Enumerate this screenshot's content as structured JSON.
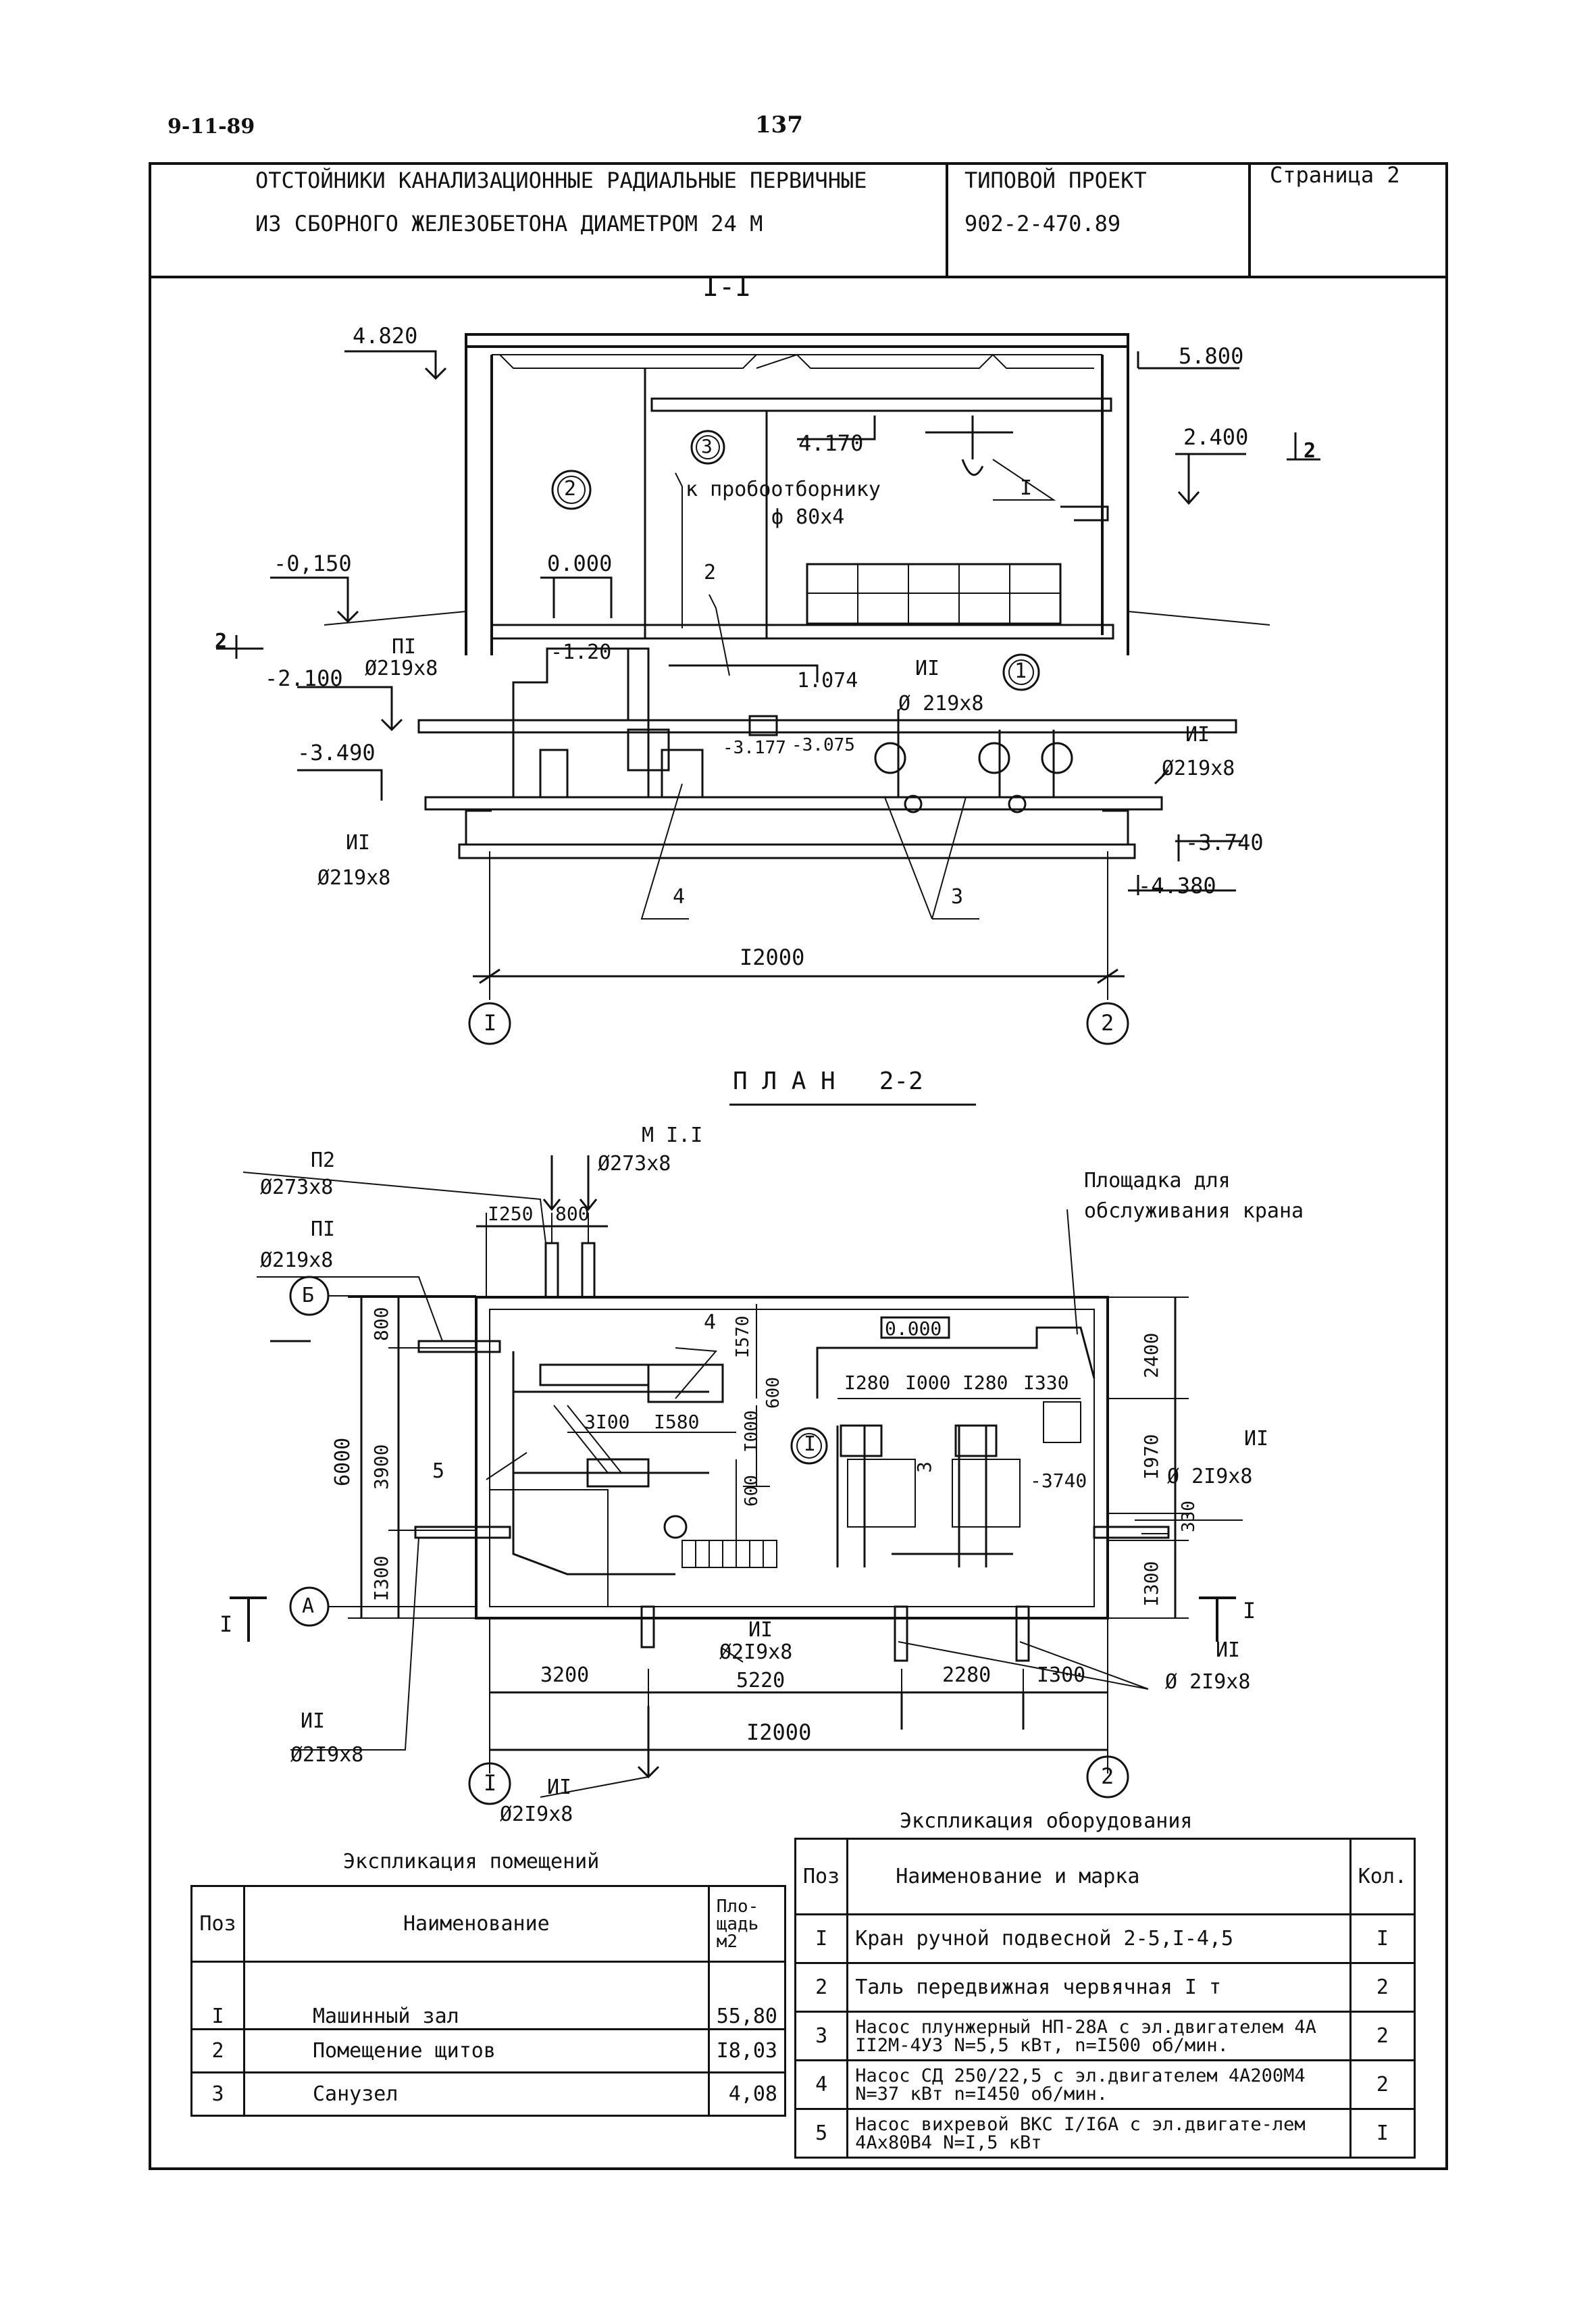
{
  "header": {
    "doc_date": "9-11-89",
    "page_number": "137",
    "title_line1": "ОТСТОЙНИКИ КАНАЛИЗАЦИОННЫЕ РАДИАЛЬНЫЕ ПЕРВИЧНЫЕ",
    "title_line2": "ИЗ СБОРНОГО ЖЕЛЕЗОБЕТОНА ДИАМЕТРОМ 24 М",
    "project_label": "ТИПОВОЙ ПРОЕКТ",
    "project_number": "902-2-470.89",
    "sheet_label": "Страница 2"
  },
  "section": {
    "title": "I-I",
    "levels": [
      "4.820",
      "5.800",
      "2.400",
      "4.170",
      "-0,150",
      "0.000",
      "-2.100",
      "-3.490",
      "-3.740",
      "-4.380",
      "1.074",
      "-3.177",
      "-3.075",
      "-1.20"
    ],
    "room_markers": [
      "2",
      "3",
      "1"
    ],
    "label_sampler": "к пробоотборнику",
    "label_sampler_pipe": "ф 80х4",
    "pipe_p1": "ПI",
    "pipe_p1_size": "Ø219х8",
    "pipe_i1_a": "ИI",
    "pipe_i1_a_size": "Ø 219х8",
    "pipe_i1_b": "ИI",
    "pipe_i1_b_size": "Ø219х8",
    "pipe_i1_c": "ИI",
    "pipe_i1_c_size": "Ø219х8",
    "callouts": [
      "2",
      "4",
      "3",
      "I"
    ],
    "cut_mark": "2",
    "width_dim": "I2000",
    "axis_left": "I",
    "axis_right": "2"
  },
  "plan": {
    "title": "П Л А Н   2-2",
    "pipe_p2": "П2",
    "pipe_p2_size": "Ø273х8",
    "pipe_p1": "ПI",
    "pipe_p1_size": "Ø219х8",
    "pipe_m11": "М I.I",
    "pipe_m11_size": "Ø273х8",
    "crane_platform": [
      "Площадка для",
      "обслуживания крана"
    ],
    "level_mark": "0.000",
    "level_mark2": "-3740",
    "dims_top": [
      "I250",
      "800"
    ],
    "dims_right": [
      "2400",
      "I970",
      "330",
      "I300"
    ],
    "dims_left_outer": "6000",
    "dims_left_inner": [
      "800",
      "3900",
      "I300"
    ],
    "dims_inner": [
      "I570",
      "600",
      "3I00",
      "I580",
      "I000",
      "600",
      "I280",
      "I000",
      "I280",
      "I330"
    ],
    "dims_bottom": [
      "3200",
      "5220",
      "2280",
      "I300"
    ],
    "total_width": "I2000",
    "axis_b": "Б",
    "axis_a": "А",
    "axis_1": "I",
    "axis_2": "2",
    "section_mark": "I",
    "room_marker": "I",
    "callouts": [
      "4",
      "5",
      "3"
    ],
    "pipe_i1_right": "ИI",
    "pipe_i1_right_size": "Ø 2I9х8",
    "pipe_i1_mid": "ИI",
    "pipe_i1_mid_size": "Ø2I9х8",
    "pipe_i1_br": "ИI",
    "pipe_i1_br_size": "Ø 2I9х8",
    "pipe_i1_left": "ИI",
    "pipe_i1_left_size": "Ø2I9х8",
    "pipe_i1_bottom": "ИI",
    "pipe_i1_bottom_size": "Ø2I9х8"
  },
  "rooms_table": {
    "title": "Экспликация помещений",
    "headers": [
      "Поз",
      "Наименование",
      "Пло-щадь м2"
    ],
    "rows": [
      {
        "pos": "I",
        "name": "Машинный зал",
        "area": "55,80"
      },
      {
        "pos": "2",
        "name": "Помещение щитов",
        "area": "I8,03"
      },
      {
        "pos": "3",
        "name": "Санузел",
        "area": "4,08"
      }
    ]
  },
  "equipment_table": {
    "title": "Экспликация оборудования",
    "headers": [
      "Поз",
      "Наименование и марка",
      "Кол."
    ],
    "rows": [
      {
        "pos": "I",
        "name": "Кран ручной подвесной 2-5,I-4,5",
        "qty": "I"
      },
      {
        "pos": "2",
        "name": "Таль передвижная червячная I т",
        "qty": "2"
      },
      {
        "pos": "3",
        "name": "Насос плунжерный НП-28А с эл.двигателем 4А II2М-4У3 N=5,5 кВт, n=I500 об/мин.",
        "qty": "2"
      },
      {
        "pos": "4",
        "name": "Насос СД 250/22,5 с эл.двигателем 4А200М4 N=37 кВт n=I450 об/мин.",
        "qty": "2"
      },
      {
        "pos": "5",
        "name": "Насос вихревой ВКС I/I6А с эл.двигате-лем 4Ах80В4 N=I,5 кВт",
        "qty": "I"
      }
    ]
  }
}
